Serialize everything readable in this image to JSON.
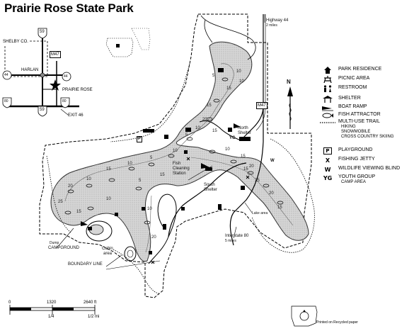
{
  "title": "Prairie Rose State Park",
  "locator": {
    "county": "SHELBY CO.",
    "town": "HARLAN",
    "park": "PRAIRIE ROSE",
    "exit": "EXIT 46",
    "routes": {
      "us59_north": "59",
      "us59_south": "59",
      "ia44_west": "44",
      "ia44_east": "44",
      "i80_west": "80",
      "i80_east": "80",
      "m47": "M47"
    }
  },
  "legend": [
    {
      "symbol": "residence-icon",
      "label": "PARK RESIDENCE",
      "sub": []
    },
    {
      "symbol": "picnic-icon",
      "label": "PICNIC AREA",
      "sub": []
    },
    {
      "symbol": "restroom-icon",
      "label": "RESTROOM",
      "sub": []
    },
    {
      "symbol": "shelter-icon",
      "label": "SHELTER",
      "sub": []
    },
    {
      "symbol": "boat-ramp-icon",
      "label": "BOAT RAMP",
      "sub": []
    },
    {
      "symbol": "fish-attractor-icon",
      "label": "FISH ATTRACTOR",
      "sub": []
    },
    {
      "symbol": "trail-icon",
      "label": "MULTI-USE TRAIL",
      "sub": [
        "HIKING",
        "SNOWMOBILE",
        "CROSS COUNTRY SKIING"
      ]
    },
    {
      "symbol": "playground-icon",
      "label": "PLAYGROUND",
      "sub": []
    },
    {
      "symbol": "fishing-jetty-icon",
      "label": "FISHING JETTY",
      "sub": []
    },
    {
      "symbol": "wildlife-blind-icon",
      "label": "WILDLIFE VIEWING BLIND",
      "sub": []
    },
    {
      "symbol": "youth-group-icon",
      "label": "YOUTH GROUP",
      "sub": [
        "CAMP AREA"
      ]
    }
  ],
  "legend_codes": {
    "fishing_jetty": "X",
    "wildlife_blind": "W",
    "youth_group": "YG",
    "playground": "P"
  },
  "labels": {
    "highway44": "Highway 44",
    "highway44_sub": "2 miles",
    "interstate80": "Interstate 80",
    "interstate80_sub": "5 miles",
    "north_shelter_1": "North",
    "north_shelter_2": "Shelter",
    "south_shelter_1": "South",
    "south_shelter_2": "Shelter",
    "fish_cleaning_1": "Fish",
    "fish_cleaning_2": "Cleaning",
    "fish_cleaning_3": "Station",
    "campground": "CAMPGROUND",
    "campground_pre": "Dump",
    "cabin_area_1": "Cabin",
    "cabin_area_2": "area",
    "boundary": "BOUNDARY LINE",
    "lake_area": "Lake area",
    "map_m47": "M47",
    "youth_group_map": "YG",
    "wildlife_map": "W"
  },
  "depths": [
    {
      "v": "10"
    },
    {
      "v": "15"
    },
    {
      "v": "5"
    },
    {
      "v": "10"
    },
    {
      "v": "15"
    },
    {
      "v": "20"
    },
    {
      "v": "15"
    },
    {
      "v": "10"
    },
    {
      "v": "5"
    },
    {
      "v": "10"
    },
    {
      "v": "15"
    },
    {
      "v": "20"
    },
    {
      "v": "25"
    },
    {
      "v": "20"
    },
    {
      "v": "15"
    },
    {
      "v": "10"
    },
    {
      "v": "5"
    },
    {
      "v": "10"
    },
    {
      "v": "15"
    },
    {
      "v": "10"
    },
    {
      "v": "20"
    },
    {
      "v": "25"
    },
    {
      "v": "15"
    },
    {
      "v": "10"
    },
    {
      "v": "5"
    },
    {
      "v": "15"
    },
    {
      "v": "10"
    },
    {
      "v": "20"
    },
    {
      "v": "15"
    }
  ],
  "scale": {
    "ft0": "0",
    "ft1": "1320",
    "ft2": "2640 ft",
    "mi1": "1/4",
    "mi2": "1/2 mi"
  },
  "compass": "N",
  "footer": "Printed on Recycled paper",
  "colors": {
    "water": "#d6d6d6",
    "ink": "#000000",
    "paper": "#ffffff"
  }
}
